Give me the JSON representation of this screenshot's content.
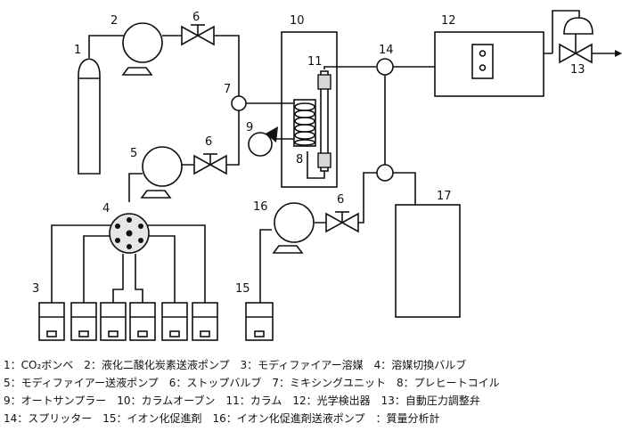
{
  "numbers": {
    "n1": "1",
    "n2": "2",
    "n3": "3",
    "n4": "4",
    "n5": "5",
    "n6a": "6",
    "n6b": "6",
    "n6c": "6",
    "n7": "7",
    "n8": "8",
    "n9": "9",
    "n10": "10",
    "n11": "11",
    "n12": "12",
    "n13": "13",
    "n14": "14",
    "n15": "15",
    "n16": "16",
    "n17": "17"
  },
  "legend": {
    "line1": "1：CO₂ボンベ　2：液化二酸化炭素送液ポンプ　3：モディファイアー溶媒　4：溶媒切換バルブ",
    "line2": "5：モディファイアー送液ポンプ　6：ストップバルブ　7：ミキシングユニット　8：プレヒートコイル",
    "line3": "9：オートサンプラー　10：カラムオーブン　11：カラム　12：光学検出器　13：自動圧力調整弁",
    "line4": "14：スプリッター　15：イオン化促進剤　16：イオン化促進剤送液ポンプ　：質量分析計"
  }
}
